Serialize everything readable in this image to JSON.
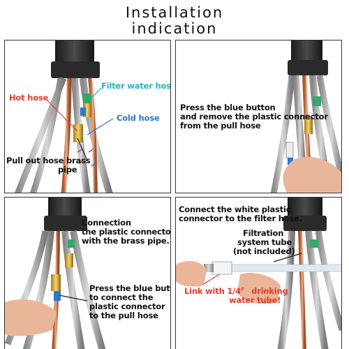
{
  "title": {
    "line1": "Installation",
    "line2": "indication"
  },
  "panels": [
    {
      "labels": {
        "hot_hose": "Hot hose",
        "filter_water_hose": "Filter water hose",
        "cold_hose": "Cold hose",
        "pull_out_line1": "Pull out hose brass",
        "pull_out_line2": "pipe"
      }
    },
    {
      "labels": {
        "line1": "Press the blue button",
        "line2": "and remove the plastic connector",
        "line3": "from the pull hose"
      }
    },
    {
      "labels": {
        "line1": "Connection",
        "line2": "the plastic connector",
        "line3": "with the brass pipe.",
        "press_line1": "Press the blue button",
        "press_line2": "to connect the",
        "press_line3": "plastic connector",
        "press_line4": "to the pull hose"
      }
    },
    {
      "labels": {
        "connect_line1": "Connect the white plastic",
        "connect_line2": "connector to the filter hose.",
        "filtration_line1": "Filtration",
        "filtration_line2": "system tube",
        "filtration_line3": "(not included)",
        "link_line1": "Link with 1/4〞 drinking",
        "link_line2": "water tube!"
      }
    }
  ],
  "colors": {
    "red": "#e53a2b",
    "cyan": "#27b1c7",
    "blue": "#2a79cf",
    "border": "#333333"
  }
}
